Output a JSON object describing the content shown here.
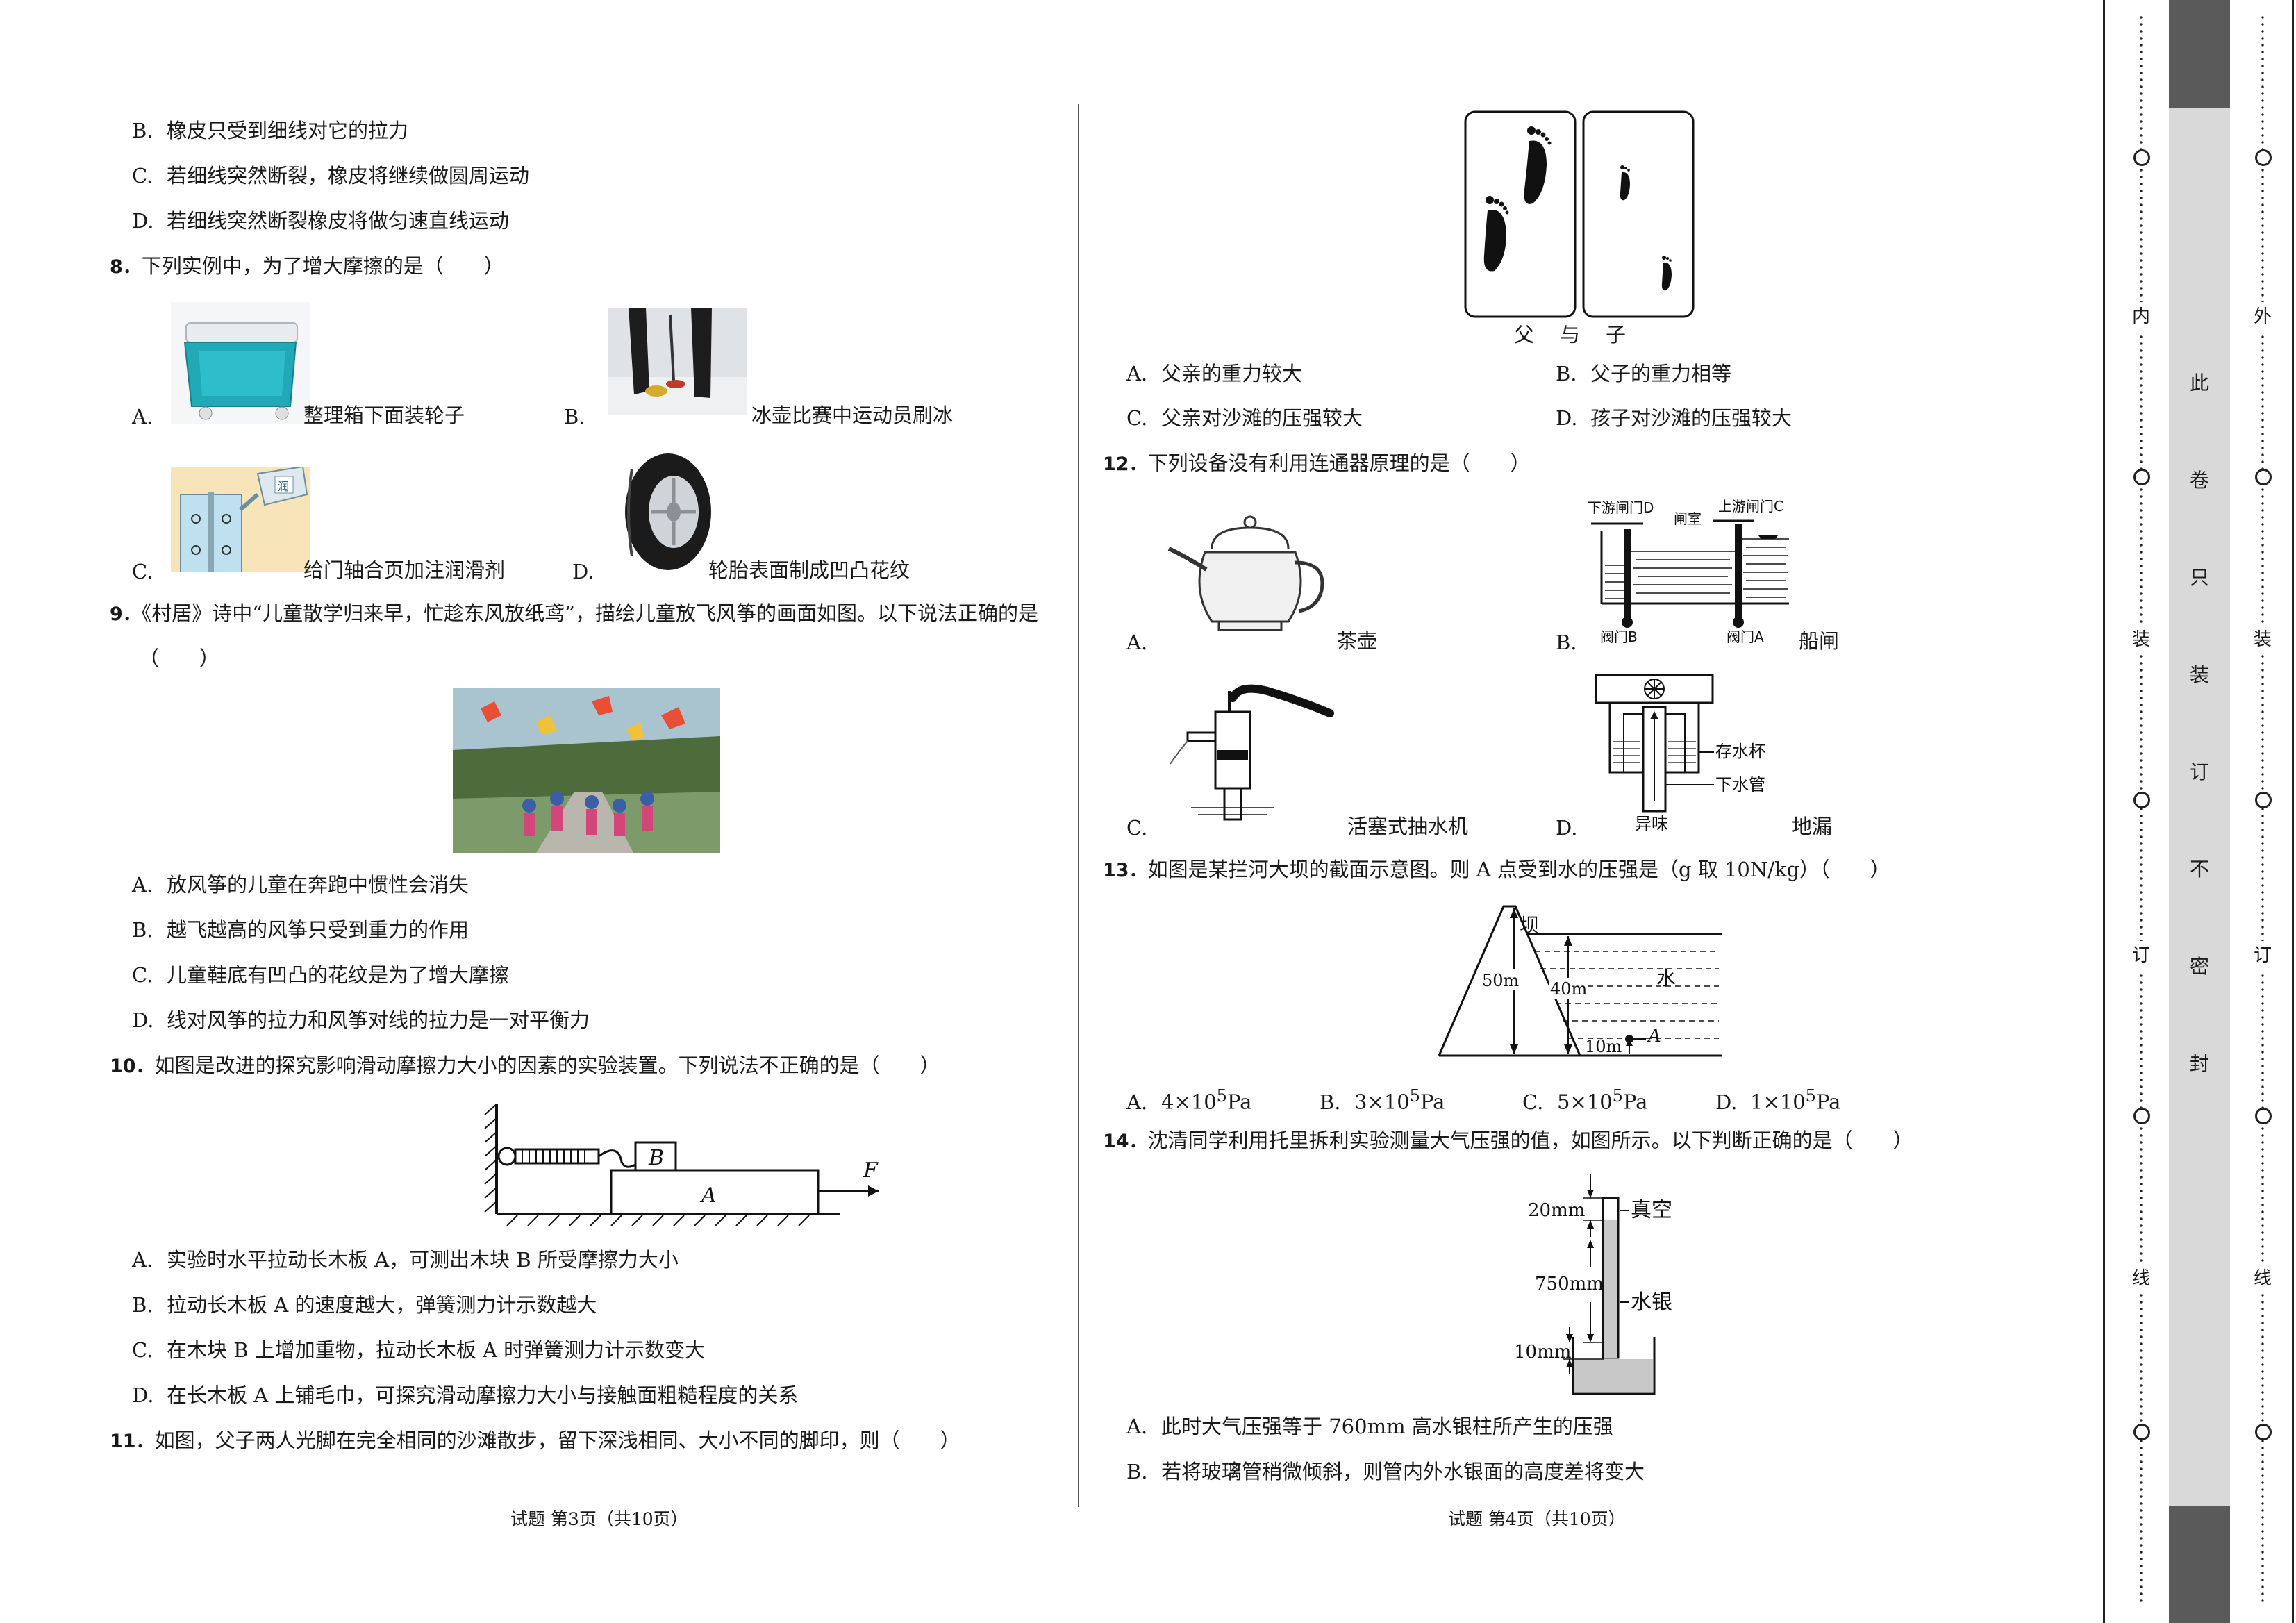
{
  "left": {
    "q7_options": [
      {
        "letter": "B.",
        "text": "橡皮只受到细线对它的拉力"
      },
      {
        "letter": "C.",
        "text": "若细线突然断裂，橡皮将继续做圆周运动"
      },
      {
        "letter": "D.",
        "text": "若细线突然断裂橡皮将做匀速直线运动"
      }
    ],
    "q8": {
      "num": "8．",
      "stem": "下列实例中，为了增大摩擦的是（　　）",
      "options": [
        {
          "letter": "A.",
          "text": "整理箱下面装轮子"
        },
        {
          "letter": "B.",
          "text": "冰壶比赛中运动员刷冰"
        },
        {
          "letter": "C.",
          "text": "给门轴合页加注润滑剂"
        },
        {
          "letter": "D.",
          "text": "轮胎表面制成凹凸花纹"
        }
      ],
      "sticker_text": "润"
    },
    "q9": {
      "num": "9．",
      "stem": "《村居》诗中“儿童散学归来早，忙趁东风放纸鸢”，描绘儿童放飞风筝的画面如图。以下说法正确的是",
      "stem_cont": "（　　）",
      "options": [
        {
          "letter": "A.",
          "text": "放风筝的儿童在奔跑中惯性会消失"
        },
        {
          "letter": "B.",
          "text": "越飞越高的风筝只受到重力的作用"
        },
        {
          "letter": "C.",
          "text": "儿童鞋底有凹凸的花纹是为了增大摩擦"
        },
        {
          "letter": "D.",
          "text": "线对风筝的拉力和风筝对线的拉力是一对平衡力"
        }
      ]
    },
    "q10": {
      "num": "10．",
      "stem": "如图是改进的探究影响滑动摩擦力大小的因素的实验装置。下列说法不正确的是（　　）",
      "fig": {
        "block_b": "B",
        "block_a": "A",
        "force": "F"
      },
      "options": [
        {
          "letter": "A.",
          "text": "实验时水平拉动长木板 A，可测出木块 B 所受摩擦力大小"
        },
        {
          "letter": "B.",
          "text": "拉动长木板 A 的速度越大，弹簧测力计示数越大"
        },
        {
          "letter": "C.",
          "text": "在木块 B 上增加重物，拉动长木板 A 时弹簧测力计示数变大"
        },
        {
          "letter": "D.",
          "text": "在长木板 A 上铺毛巾，可探究滑动摩擦力大小与接触面粗糙程度的关系"
        }
      ]
    },
    "q11": {
      "num": "11．",
      "stem": "如图，父子两人光脚在完全相同的沙滩散步，留下深浅相同、大小不同的脚印，则（　　）"
    },
    "footer": "试题 第3页（共10页）"
  },
  "right": {
    "q11_fig_caption": "父　与　子",
    "q11_options": [
      {
        "letter": "A.",
        "text": "父亲的重力较大"
      },
      {
        "letter": "B.",
        "text": "父子的重力相等"
      },
      {
        "letter": "C.",
        "text": "父亲对沙滩的压强较大"
      },
      {
        "letter": "D.",
        "text": "孩子对沙滩的压强较大"
      }
    ],
    "q12": {
      "num": "12．",
      "stem": "下列设备没有利用连通器原理的是（　　）",
      "options": [
        {
          "letter": "A.",
          "text": "茶壶"
        },
        {
          "letter": "B.",
          "text": "船闸"
        },
        {
          "letter": "C.",
          "text": "活塞式抽水机"
        },
        {
          "letter": "D.",
          "text": "地漏"
        }
      ],
      "lock_labels": {
        "down_gate": "下游闸门D",
        "chamber": "闸室",
        "up_gate": "上游闸门C",
        "valve_b": "阀门B",
        "valve_a": "阀门A"
      },
      "drain_labels": {
        "cup": "存水杯",
        "pipe": "下水管",
        "smell": "异味"
      }
    },
    "q13": {
      "num": "13．",
      "stem": "如图是某拦河大坝的截面示意图。则 A 点受到水的压强是（g 取 10N/kg）（　　）",
      "fig": {
        "dam": "坝",
        "water": "水",
        "h50": "50m",
        "h40": "40m",
        "h10": "10m",
        "point": "A"
      },
      "options": [
        {
          "letter": "A.",
          "base": "4×10",
          "exp": "5",
          "unit": "Pa"
        },
        {
          "letter": "B.",
          "base": "3×10",
          "exp": "5",
          "unit": "Pa"
        },
        {
          "letter": "C.",
          "base": "5×10",
          "exp": "5",
          "unit": "Pa"
        },
        {
          "letter": "D.",
          "base": "1×10",
          "exp": "5",
          "unit": "Pa"
        }
      ]
    },
    "q14": {
      "num": "14．",
      "stem": "沈清同学利用托里拆利实验测量大气压强的值，如图所示。以下判断正确的是（　　）",
      "fig": {
        "d20": "20mm",
        "vacuum": "真空",
        "d750": "750mm",
        "mercury": "水银",
        "d10": "10mm"
      },
      "options": [
        {
          "letter": "A.",
          "text": "此时大气压强等于 760mm 高水银柱所产生的压强"
        },
        {
          "letter": "B.",
          "text": "若将玻璃管稍微倾斜，则管内外水银面的高度差将变大"
        }
      ]
    },
    "footer": "试题 第4页（共10页）"
  },
  "binding": {
    "inner_marks": [
      "内",
      "装",
      "订",
      "线"
    ],
    "outer_marks": [
      "外",
      "装",
      "订",
      "线"
    ],
    "seal_text": [
      "此",
      "卷",
      "只",
      "装",
      "订",
      "不",
      "密",
      "封"
    ]
  }
}
